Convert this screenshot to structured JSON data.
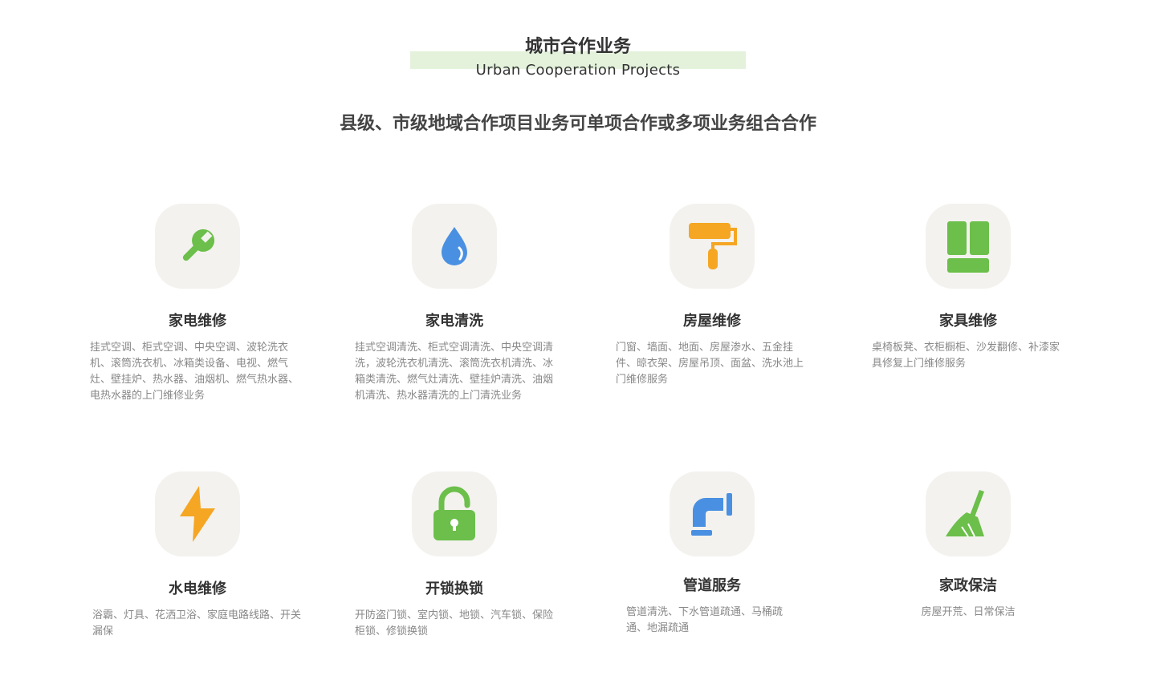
{
  "header": {
    "title_cn": "城市合作业务",
    "title_en": "Urban Cooperation Projects",
    "subtitle": "县级、市级地域合作项目业务可单项合作或多项业务组合合作"
  },
  "colors": {
    "green": "#6bbf4a",
    "blue": "#4a90e2",
    "orange": "#f5a623",
    "icon_bg": "#f3f2ee"
  },
  "services": [
    {
      "icon": "wrench-icon",
      "title": "家电维修",
      "desc": "挂式空调、柜式空调、中央空调、波轮洗衣机、滚筒洗衣机、冰箱类设备、电视、燃气灶、壁挂炉、热水器、油烟机、燃气热水器、电热水器的上门维修业务"
    },
    {
      "icon": "water-drop-icon",
      "title": "家电清洗",
      "desc": "挂式空调清洗、柜式空调清洗、中央空调清洗，波轮洗衣机清洗、滚筒洗衣机清洗、冰箱类清洗、燃气灶清洗、壁挂炉清洗、油烟机清洗、热水器清洗的上门清洗业务"
    },
    {
      "icon": "paint-roller-icon",
      "title": "房屋维修",
      "desc": "门窗、墙面、地面、房屋渗水、五金挂件、晾衣架、房屋吊顶、面盆、洗水池上门维修服务"
    },
    {
      "icon": "furniture-icon",
      "title": "家具维修",
      "desc": "桌椅板凳、衣柜橱柜、沙发翻修、补漆家具修复上门维修服务"
    },
    {
      "icon": "lightning-icon",
      "title": "水电维修",
      "desc": "浴霸、灯具、花洒卫浴、家庭电路线路、开关漏保"
    },
    {
      "icon": "lock-icon",
      "title": "开锁换锁",
      "desc": "开防盗门锁、室内锁、地锁、汽车锁、保险柜锁、修锁换锁"
    },
    {
      "icon": "pipe-icon",
      "title": "管道服务",
      "desc": "管道清洗、下水管道疏通、马桶疏通、地漏疏通"
    },
    {
      "icon": "broom-icon",
      "title": "家政保洁",
      "desc": "房屋开荒、日常保洁"
    }
  ]
}
